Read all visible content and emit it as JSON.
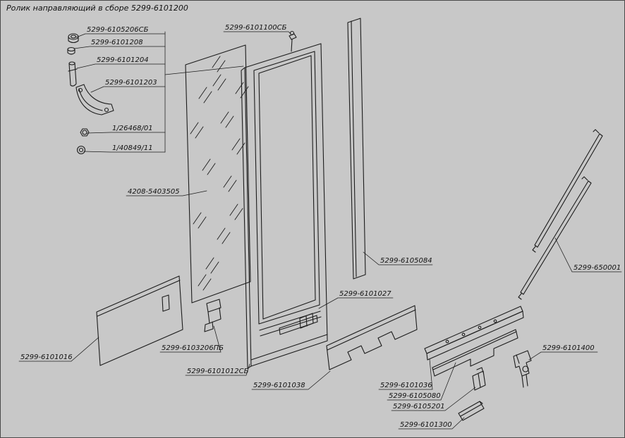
{
  "title": "Ролик направляющий в сборе 5299-6101200",
  "colors": {
    "background": "#c8c8c8",
    "line": "#1c1c1c",
    "text": "#101010"
  },
  "labels": {
    "roller_cap": "5299-6105206СБ",
    "roller_bushing": "5299-6101208",
    "roller_pin": "5299-6101204",
    "roller_bracket": "5299-6101203",
    "nut": "1/26468/01",
    "washer": "1/40849/11",
    "glass": "4208-5403505",
    "top_clip": "5299-6101100СБ",
    "side_seal": "5299-6105084",
    "door_lower": "5299-6101027",
    "left_panel": "5299-6101016",
    "bracket_small": "5299-6103206ПБ",
    "door_bottom": "5299-6101012СБ",
    "mid_panel": "5299-6101038",
    "sill_outer": "5299-6101036",
    "sill_strip": "5299-6105080",
    "sill_block": "5299-6105201",
    "sill_bar": "5299-6101300",
    "roller_lower": "5299-6101400",
    "rails": "5299-650001"
  }
}
